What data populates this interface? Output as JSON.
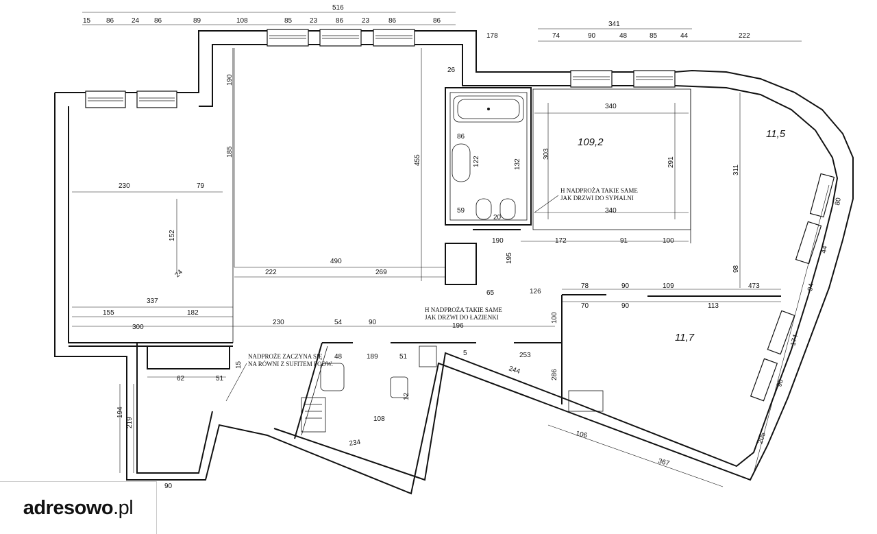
{
  "plan": {
    "dims_top": [
      "516",
      "15",
      "86",
      "24",
      "86",
      "89",
      "108",
      "85",
      "23",
      "86",
      "23",
      "86",
      "86",
      "178",
      "341",
      "74",
      "90",
      "48",
      "85",
      "44",
      "222"
    ],
    "dims_left": [
      "190",
      "185",
      "230",
      "79",
      "152",
      "337",
      "155",
      "182",
      "300",
      "194",
      "219",
      "62",
      "51",
      "90"
    ],
    "dims_center": [
      "26",
      "455",
      "86",
      "122",
      "132",
      "59",
      "20",
      "190",
      "195",
      "490",
      "222",
      "269",
      "65",
      "126",
      "230",
      "54",
      "90",
      "196",
      "100",
      "48",
      "189",
      "51",
      "5",
      "253",
      "244",
      "286",
      "108",
      "234",
      "24",
      "12",
      "15"
    ],
    "dims_right": [
      "340",
      "303",
      "291",
      "340",
      "172",
      "91",
      "100",
      "311",
      "98",
      "473",
      "78",
      "90",
      "109",
      "70",
      "90",
      "113",
      "106",
      "367",
      "80",
      "44",
      "94",
      "174",
      "90",
      "205"
    ],
    "areas": [
      "109,2",
      "11,5",
      "11,7"
    ],
    "notes": {
      "n1_l1": "H NADPROŻA TAKIE SAME",
      "n1_l2": "JAK DRZWI DO SYPIALNI",
      "n2_l1": "H NADPROŻA TAKIE SAME",
      "n2_l2": "JAK DRZWI DO ŁAZIENKI",
      "n3_l1": "NADPROŻE ZACZYNA SIĘ",
      "n3_l2": "NA RÓWNI Z SUFITEM PODW."
    }
  },
  "logo": {
    "brand": "adresowo",
    "tld": ".pl"
  }
}
